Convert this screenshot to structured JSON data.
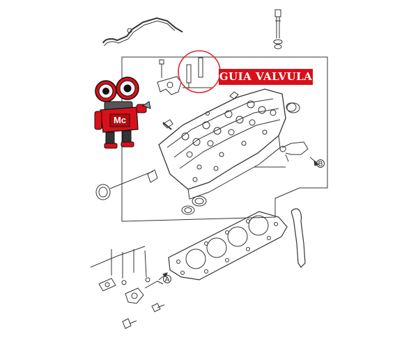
{
  "callout": {
    "label": "GUIA VALVULA",
    "highlight_color": "#d9101a",
    "ring_color": "#e0242b"
  },
  "mascot": {
    "badge_text": "Mc",
    "body_color": "#d9101a"
  },
  "reference_marks": [
    "A",
    "B"
  ],
  "colors": {
    "line": "#333333",
    "background": "#ffffff"
  }
}
